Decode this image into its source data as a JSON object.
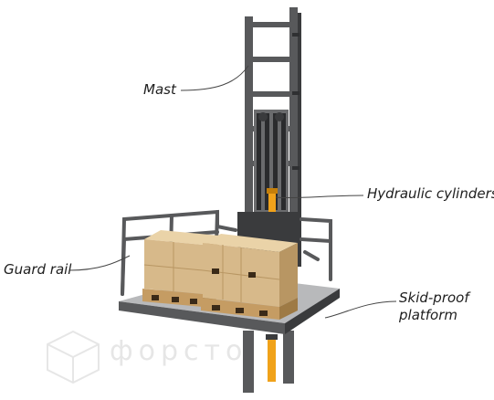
{
  "labels": {
    "mast": "Mast",
    "hydraulic": "Hydraulic cylinders",
    "guard_rail": "Guard rail",
    "skid_line1": "Skid-proof",
    "skid_line2": "platform"
  },
  "watermark": "форсто",
  "colors": {
    "frame": "#58595b",
    "frame_dark": "#3a3b3d",
    "platform_top": "#b8b9bb",
    "box": "#d7b98a",
    "pallet": "#c59c63",
    "cylinder": "#f0a21a",
    "leader": "#444444"
  }
}
